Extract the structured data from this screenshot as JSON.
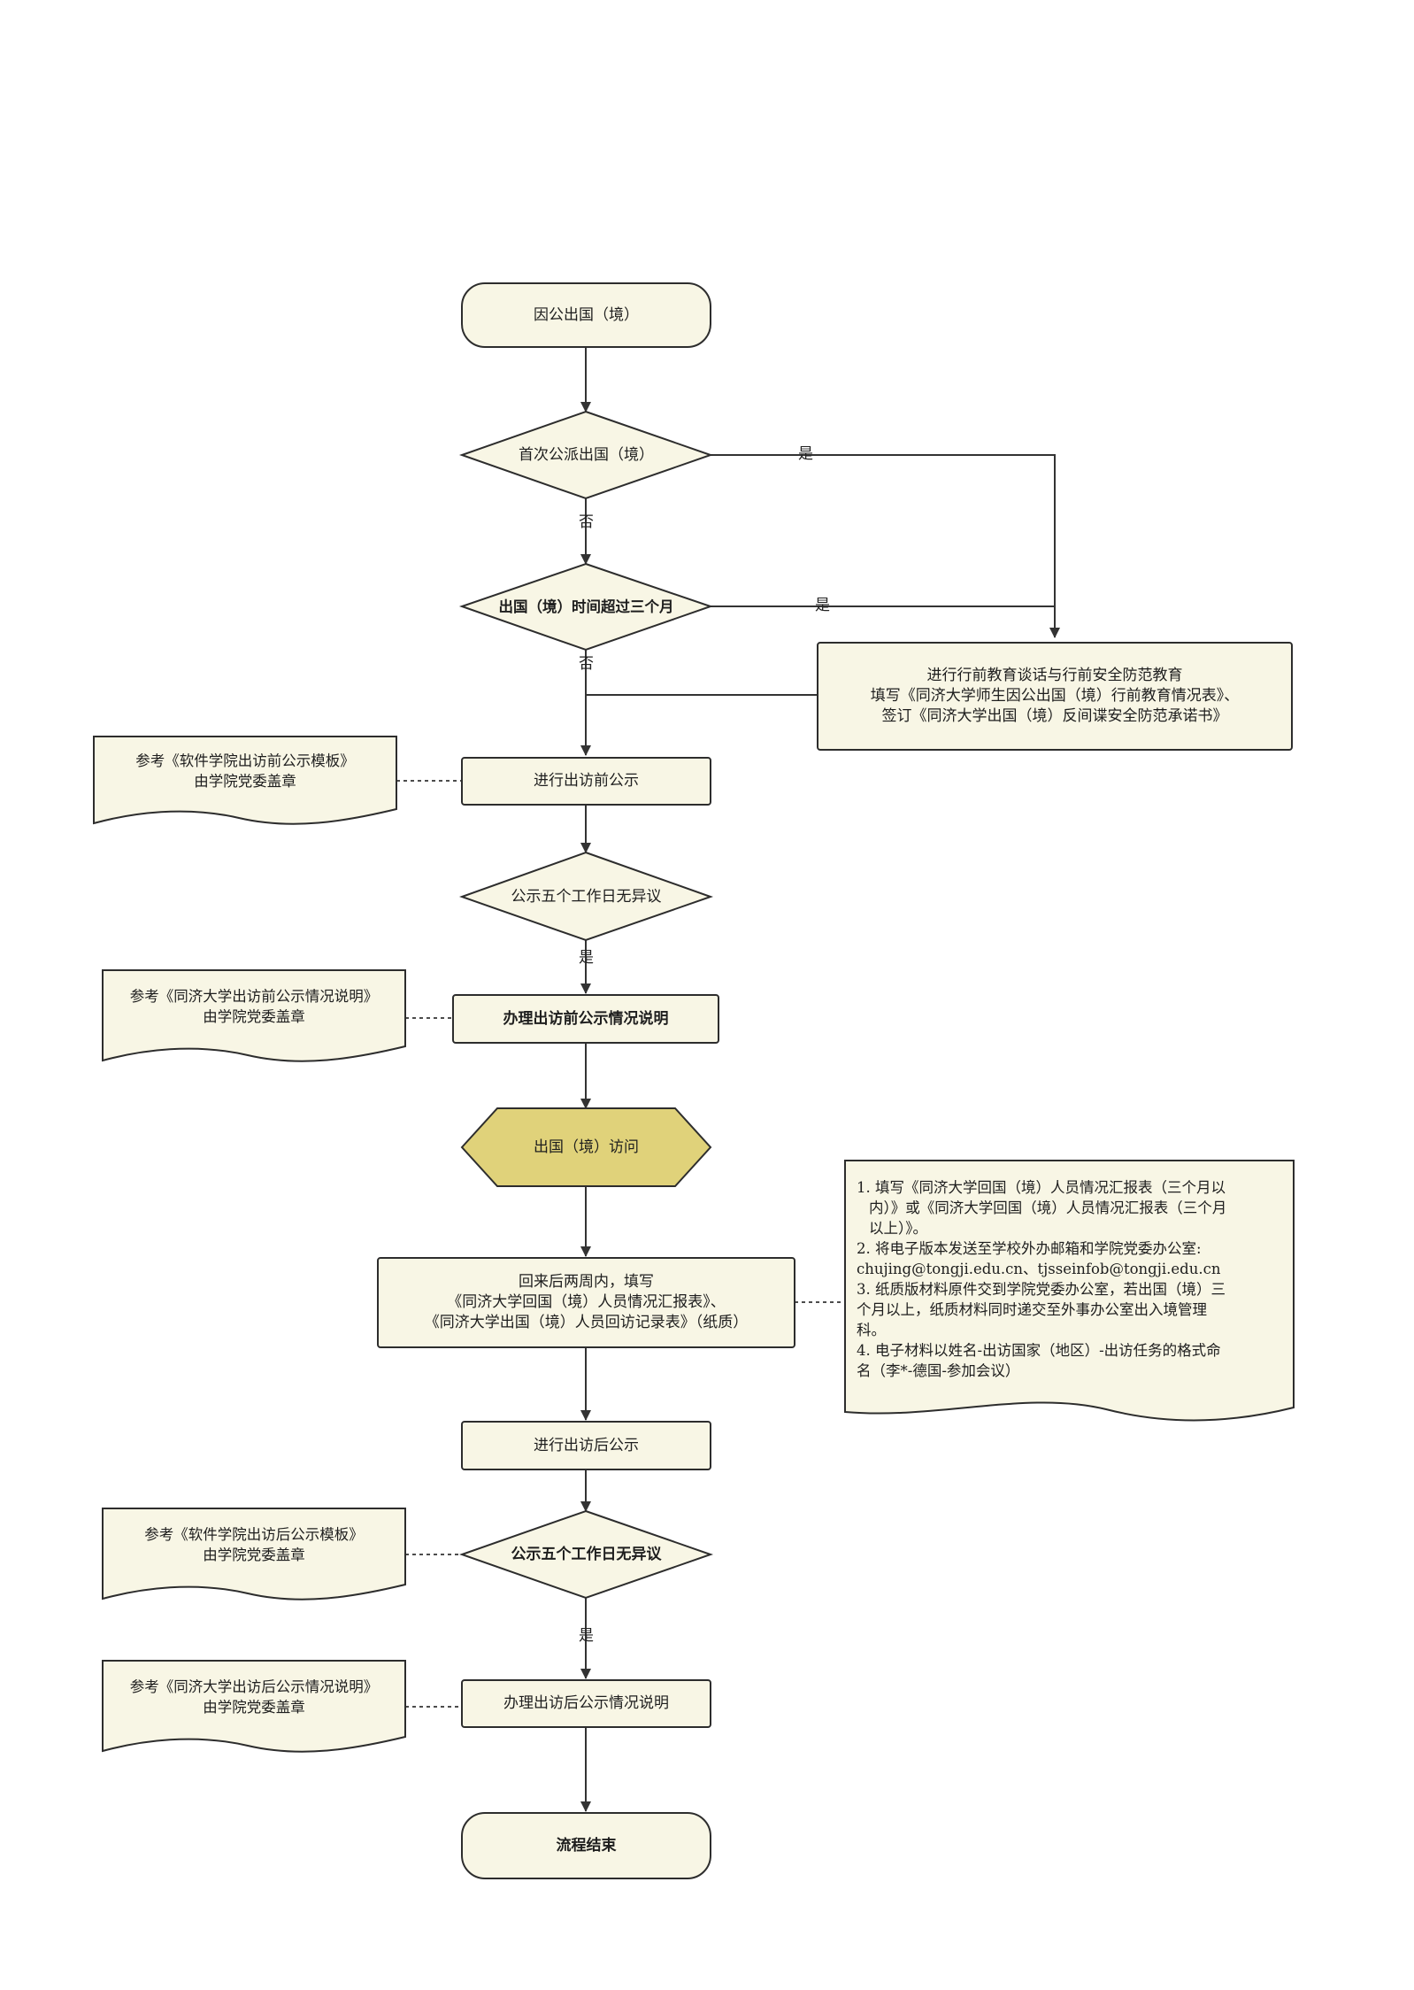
{
  "colors": {
    "fill": "#f8f6e5",
    "stroke": "#2d2d2d",
    "highlight": "#e0d27a",
    "line": "#333333"
  },
  "nodes": {
    "start": "因公出国（境）",
    "first_dispatch": "首次公派出国（境）",
    "over_three_months": "出国（境）时间超过三个月",
    "education": {
      "line1": "进行行前教育谈话与行前安全防范教育",
      "line2": "填写《同济大学师生因公出国（境）行前教育情况表》、",
      "line3": "签订《同济大学出国（境）反间谍安全防范承诺书》"
    },
    "pre_publicity": "进行出访前公示",
    "check_1": "公示五个工作日无异议",
    "pre_statement": "办理出访前公示情况说明",
    "visit": "出国（境）访问",
    "return_forms": {
      "line1": "回来后两周内，填写",
      "line2": "《同济大学回国（境）人员情况汇报表》、",
      "line3": "《同济大学出国（境）人员回访记录表》（纸质）"
    },
    "post_publicity": "进行出访后公示",
    "check_2": "公示五个工作日无异议",
    "post_statement": "办理出访后公示情况说明",
    "end": "流程结束"
  },
  "edge_labels": {
    "yes_1": "是",
    "no_1": "否",
    "yes_2": "是",
    "no_2": "否",
    "yes_3": "是",
    "yes_4": "是"
  },
  "documents": {
    "doc1": {
      "line1": "参考《软件学院出访前公示模板》",
      "line2": "由学院党委盖章"
    },
    "doc2": {
      "line1": "参考《同济大学出访前公示情况说明》",
      "line2": "由学院党委盖章"
    },
    "doc3": {
      "line1": "参考《软件学院出访后公示模板》",
      "line2": "由学院党委盖章"
    },
    "doc4": {
      "line1": "参考《同济大学出访后公示情况说明》",
      "line2": "由学院党委盖章"
    }
  },
  "return_notes": [
    "1. 填写《同济大学回国（境）人员情况汇报表（三个月以",
    "内）》或《同济大学回国（境）人员情况汇报表（三个月",
    "以上）》。",
    "2. 将电子版本发送至学校外办邮箱和学院党委办公室:",
    "chujing@tongji.edu.cn、tjsseinfob@tongji.edu.cn",
    "3. 纸质版材料原件交到学院党委办公室，若出国（境）三",
    "个月以上，纸质材料同时递交至外事办公室出入境管理",
    "科。",
    "4. 电子材料以姓名-出访国家（地区）-出访任务的格式命",
    "名（李*-德国-参加会议）"
  ]
}
